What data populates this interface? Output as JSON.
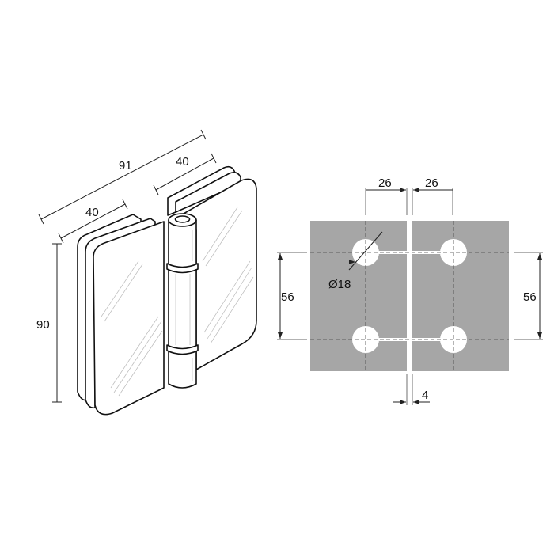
{
  "isometric_view": {
    "dim_total_width": "91",
    "dim_right_leaf": "40",
    "dim_left_leaf": "40",
    "dim_height": "90"
  },
  "plan_view": {
    "dim_hole_offset_left": "26",
    "dim_hole_offset_right": "26",
    "dim_hole_spacing_left": "56",
    "dim_hole_spacing_right": "56",
    "dim_hole_diameter": "Ø18",
    "dim_gap": "4",
    "plate_color": "#a6a6a6"
  }
}
